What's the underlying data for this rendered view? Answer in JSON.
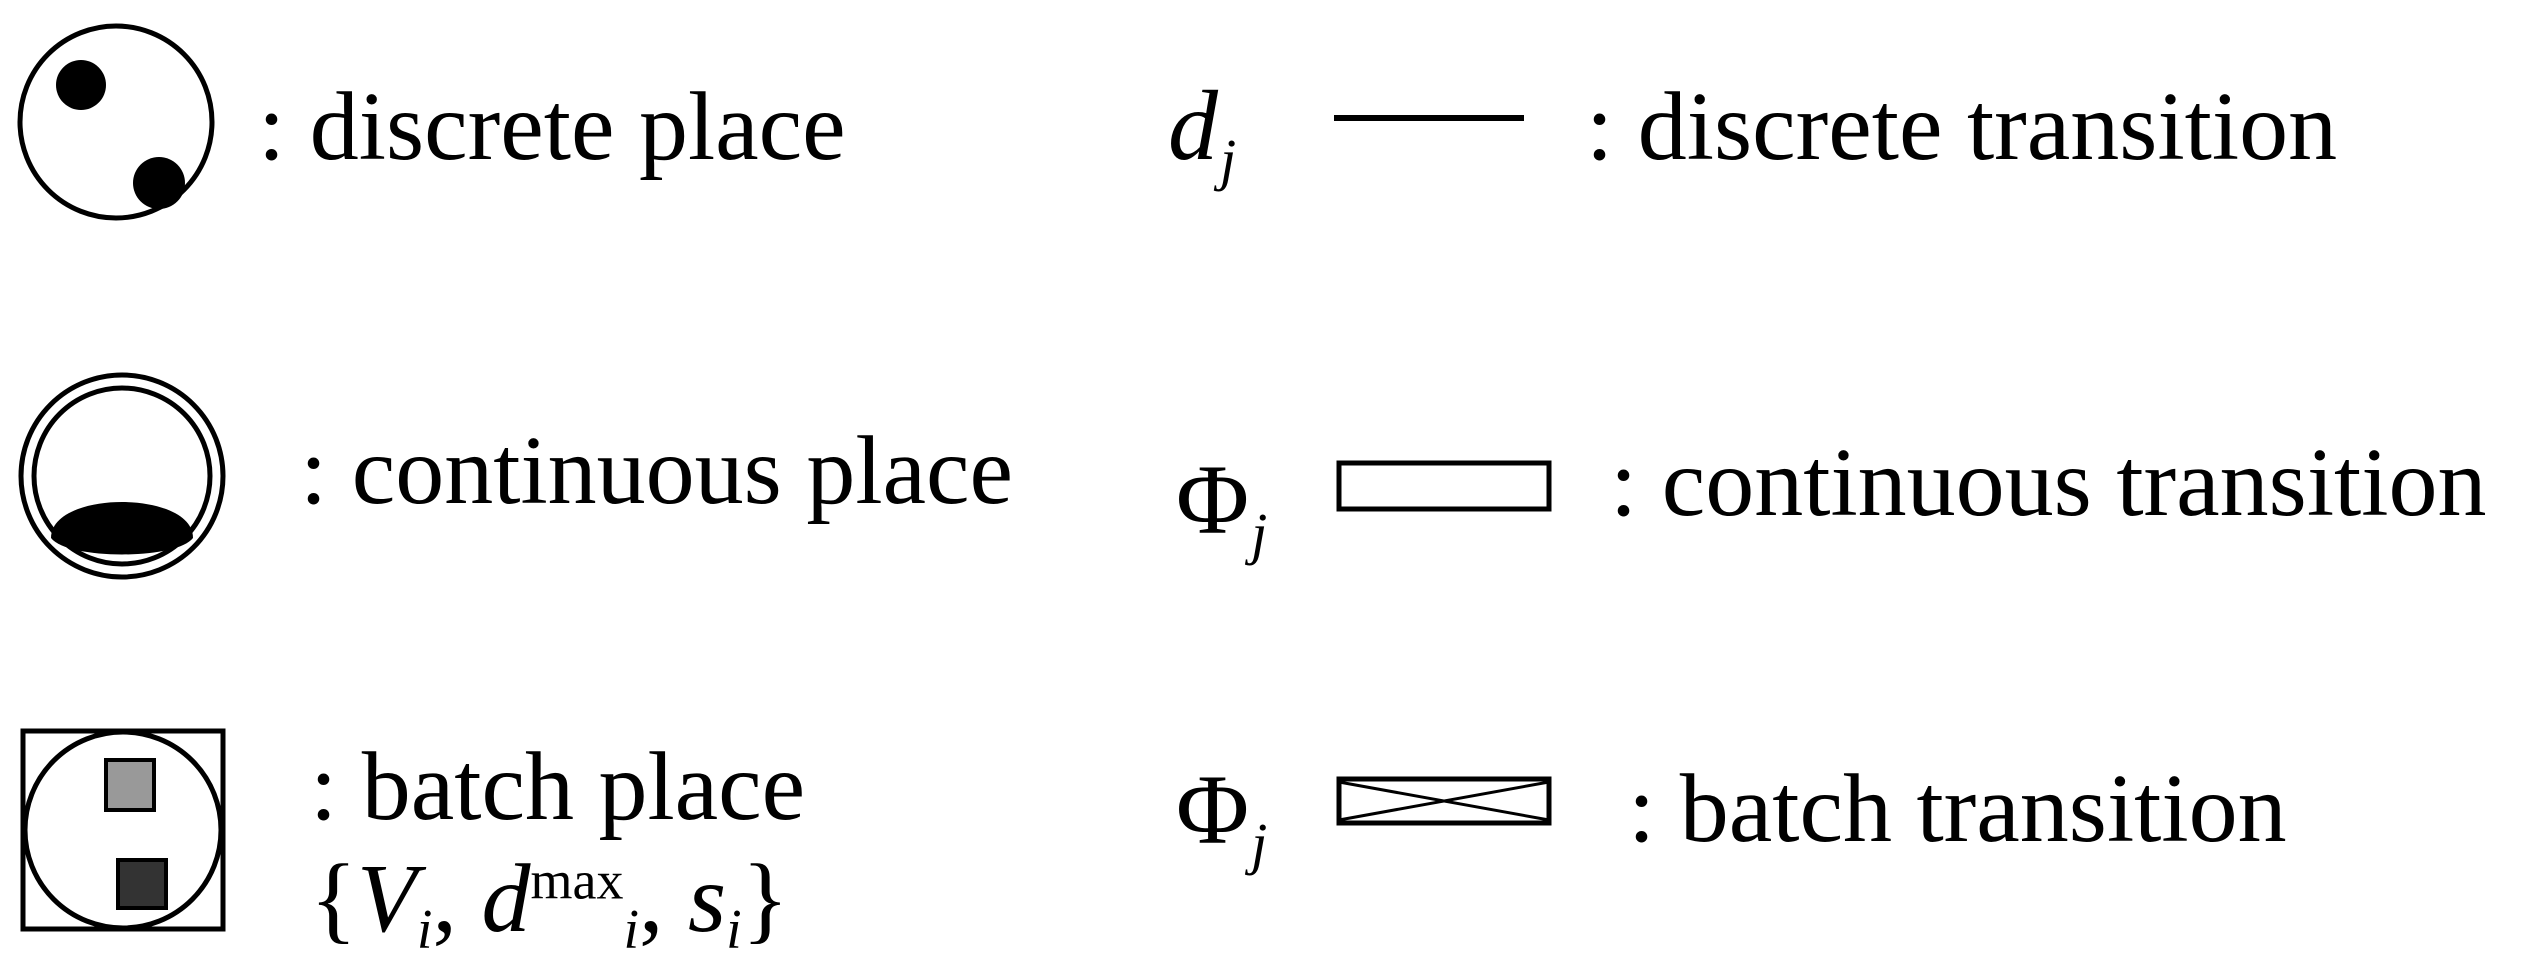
{
  "legend": {
    "places": [
      {
        "kind": "discrete",
        "icon": "discrete-place-icon",
        "label": ": discrete place"
      },
      {
        "kind": "continuous",
        "icon": "continuous-place-icon",
        "label": ": continuous place"
      },
      {
        "kind": "batch",
        "icon": "batch-place-icon",
        "label": ": batch place"
      }
    ],
    "batch_params": {
      "open": "{",
      "V": "V",
      "V_sub": "i",
      "sep1": ", ",
      "d": "d",
      "d_sup": "max",
      "d_sub": "i",
      "sep2": ", ",
      "s": "s",
      "s_sub": "i",
      "close": "}"
    },
    "transitions": [
      {
        "kind": "discrete",
        "symbol": "d",
        "subscript": "j",
        "icon": "discrete-transition-icon",
        "label": ": discrete transition"
      },
      {
        "kind": "continuous",
        "symbol": "Φ",
        "subscript": "j",
        "icon": "continuous-transition-icon",
        "label": ": continuous transition"
      },
      {
        "kind": "batch",
        "symbol": "Φ",
        "subscript": "j",
        "icon": "batch-transition-icon",
        "label": ": batch transition"
      }
    ],
    "colors": {
      "stroke": "#000000",
      "token_light": "#999999",
      "token_dark": "#333333"
    }
  }
}
